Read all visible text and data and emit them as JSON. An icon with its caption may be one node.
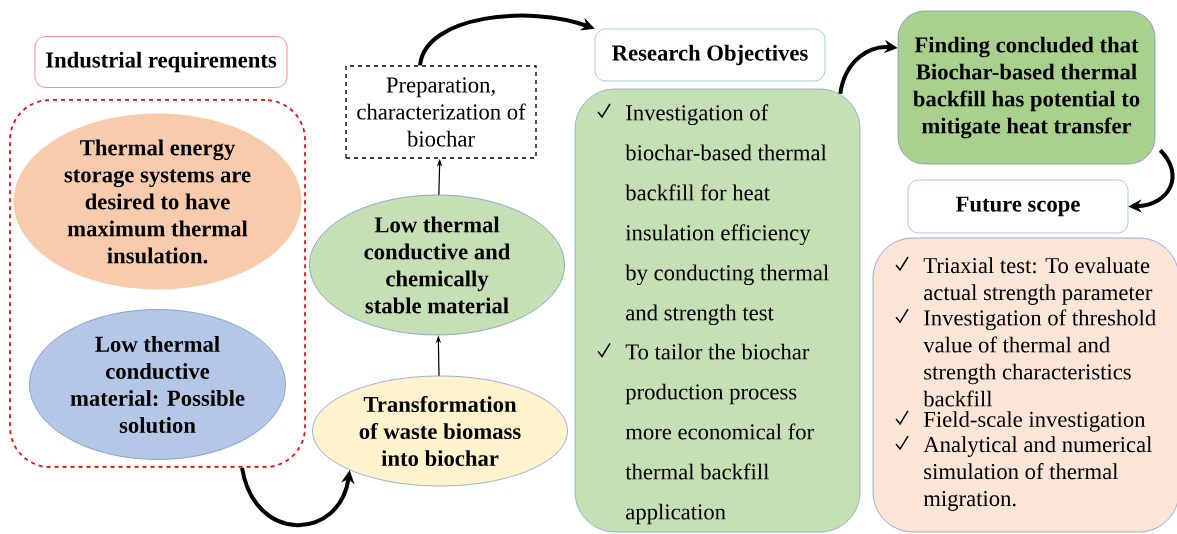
{
  "diagram": {
    "nodes": [
      {
        "text": [
          "Industrial requirements"
        ]
      },
      {
        "text": [],
        "shape": "box"
      },
      {
        "text": [
          "Thermal energy storage systems are desired to have maximum thermal insulation."
        ],
        "in": 1
      },
      {
        "text": [
          "Low thermal conductive material: Possible solution"
        ],
        "in": 1
      },
      {
        "text": [
          "Preparation, characterization of biochar"
        ]
      },
      {
        "text": [
          "Low thermal conductive and chemically stable material"
        ]
      },
      {
        "text": [
          "Transformation of waste biomass into biochar"
        ]
      },
      {
        "text": [
          "Research Objectives"
        ]
      },
      {
        "text": [
          "Investigation of biochar-based thermal backfill for heat insulation efficiency by conducting thermal and strength test",
          "To tailor the biochar production process more economical for thermal backfill application"
        ]
      },
      {
        "text": [
          "Finding concluded that Biochar-based thermal backfill has potential to mitigate heat transfer"
        ]
      },
      {
        "text": [
          "Future scope"
        ]
      },
      {
        "text": [
          "Triaxial test: To evaluate actual strength parameter",
          "Investigation of threshold value of thermal and strength characteristics backfill",
          "Field-scale investigation",
          "Analytical and numerical simulation of thermal migration."
        ]
      }
    ],
    "edges": [
      {
        "from": 1,
        "to": 6,
        "arrow": "to"
      },
      {
        "from": 6,
        "to": 5,
        "arrow": "to"
      },
      {
        "from": 5,
        "to": 4,
        "arrow": "to"
      },
      {
        "from": 4,
        "to": 7,
        "arrow": "to"
      },
      {
        "from": 8,
        "to": 9,
        "arrow": "to"
      },
      {
        "from": 9,
        "to": 10,
        "arrow": "to"
      }
    ]
  }
}
